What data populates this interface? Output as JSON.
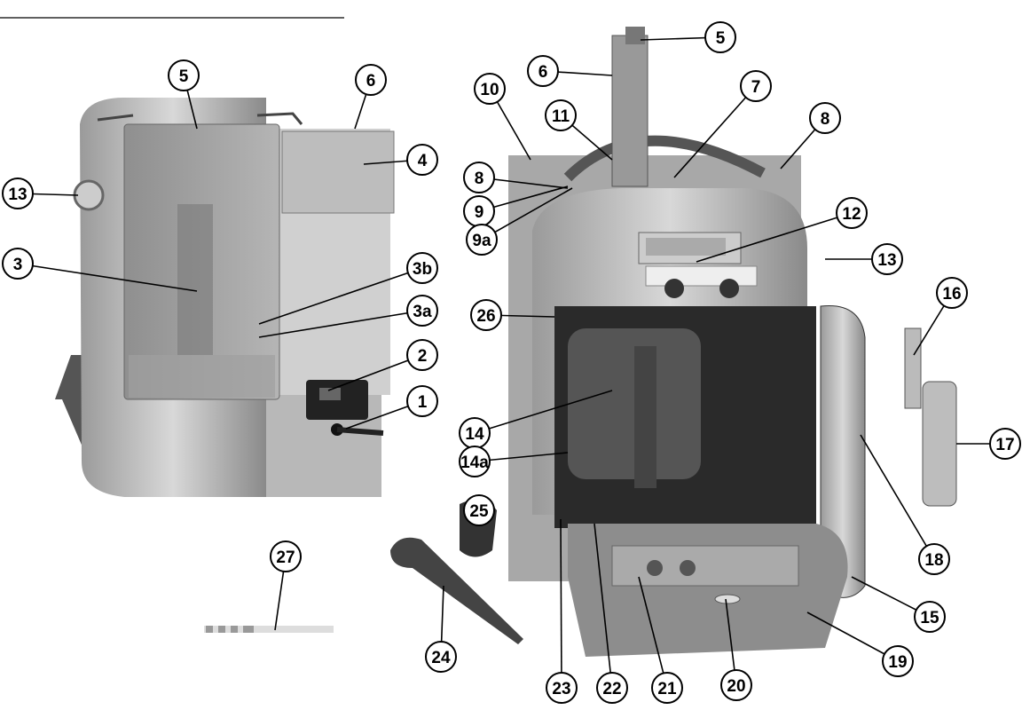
{
  "figure": {
    "title": "Coffee machine parts overview",
    "callouts_left": [
      "5",
      "6",
      "4",
      "13",
      "3",
      "3b",
      "3a",
      "2",
      "1",
      "27"
    ],
    "callouts_right": [
      "5",
      "6",
      "10",
      "11",
      "7",
      "8",
      "8",
      "9",
      "9a",
      "12",
      "13",
      "26",
      "16",
      "14",
      "17",
      "14a",
      "25",
      "18",
      "15",
      "24",
      "19",
      "23",
      "22",
      "21",
      "20"
    ]
  }
}
